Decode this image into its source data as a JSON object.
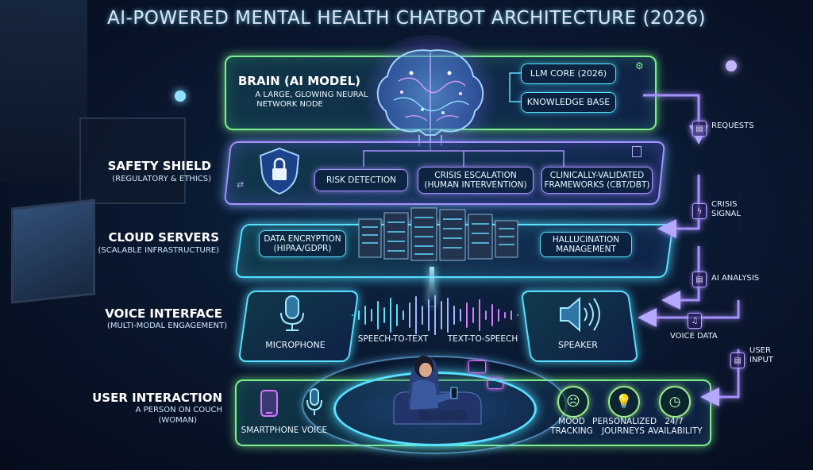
{
  "title": "AI-POWERED MENTAL HEALTH CHATBOT ARCHITECTURE (2026)",
  "brain": {
    "title": "BRAIN (AI MODEL)",
    "subtitle_lines": [
      "A LARGE, GLOWING NEURAL",
      "NETWORK NODE"
    ],
    "llm_core": "LLM CORE (2026)",
    "knowledge_base": "KNOWLEDGE BASE"
  },
  "safety": {
    "title": "SAFETY SHIELD",
    "subtitle": "(REGULATORY & ETHICS)",
    "risk": "RISK DETECTION",
    "crisis_lines": [
      "CRISIS ESCALATION",
      "(HUMAN INTERVENTION)"
    ],
    "clinical_lines": [
      "CLINICALLY-VALIDATED",
      "FRAMEWORKS (CBT/DBT)"
    ]
  },
  "cloud": {
    "title": "CLOUD SERVERS",
    "subtitle": "(SCALABLE INFRASTRUCTURE)",
    "encryption_lines": [
      "DATA ENCRYPTION",
      "(HIPAA/GDPR)"
    ],
    "hallucination_lines": [
      "HALLUCINATION",
      "MANAGEMENT"
    ]
  },
  "voice": {
    "title": "VOICE INTERFACE",
    "subtitle": "(MULTI-MODAL ENGAGEMENT)",
    "microphone": "MICROPHONE",
    "stt": "SPEECH-TO-TEXT",
    "tts": "TEXT-TO-SPEECH",
    "speaker": "SPEAKER"
  },
  "user": {
    "title": "USER INTERACTION",
    "subtitle_lines": [
      "A PERSON ON COUCH",
      "(WOMAN)"
    ],
    "smartphone": "SMARTPHONE",
    "voice": "VOICE",
    "features": [
      {
        "lines": [
          "MOOD",
          "TRACKING"
        ],
        "icon": "mood-face-icon"
      },
      {
        "lines": [
          "PERSONALIZED",
          "JOURNEYS"
        ],
        "icon": "lightbulb-icon"
      },
      {
        "lines": [
          "24/7",
          "AVAILABILITY"
        ],
        "icon": "clock-icon"
      }
    ]
  },
  "flow": {
    "requests": "REQUESTS",
    "crisis_lines": [
      "CRISIS",
      "SIGNAL"
    ],
    "ai_analysis": "AI ANALYSIS",
    "voice_data": "VOICE DATA",
    "user_input_lines": [
      "USER",
      "INPUT"
    ]
  },
  "colors": {
    "cyan": "#58e0ff",
    "purple": "#a890ff",
    "green": "#9ef08a",
    "magenta": "#e070ff"
  }
}
